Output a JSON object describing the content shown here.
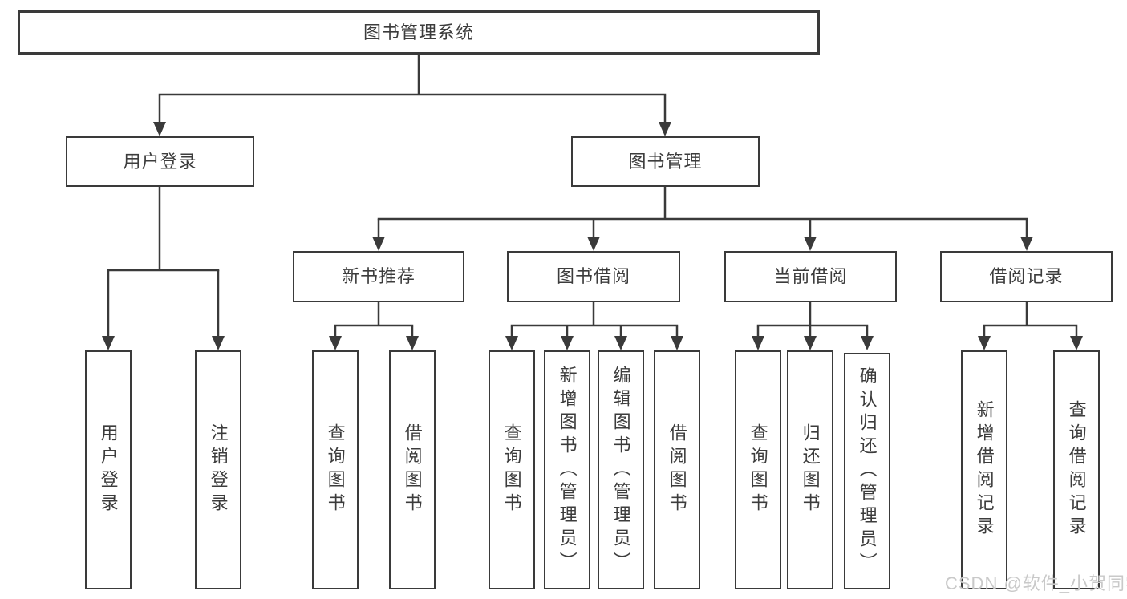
{
  "diagram": {
    "tree": {
      "label": "图书管理系统",
      "children": [
        {
          "label": "用户登录",
          "children": [
            {
              "label": "用户登录"
            },
            {
              "label": "注销登录"
            }
          ]
        },
        {
          "label": "图书管理",
          "children": [
            {
              "label": "新书推荐",
              "children": [
                {
                  "label": "查询图书"
                },
                {
                  "label": "借阅图书"
                }
              ]
            },
            {
              "label": "图书借阅",
              "children": [
                {
                  "label": "查询图书"
                },
                {
                  "label": "新增图书（管理员）"
                },
                {
                  "label": "编辑图书（管理员）"
                },
                {
                  "label": "借阅图书"
                }
              ]
            },
            {
              "label": "当前借阅",
              "children": [
                {
                  "label": "查询图书"
                },
                {
                  "label": "归还图书"
                },
                {
                  "label": "确认归还（管理员）"
                }
              ]
            },
            {
              "label": "借阅记录",
              "children": [
                {
                  "label": "新增借阅记录"
                },
                {
                  "label": "查询借阅记录"
                }
              ]
            }
          ]
        }
      ]
    },
    "colors": {
      "line": "#3a3a3a",
      "text": "#3c3c3c",
      "watermark": "#c9c9c9",
      "background": "#ffffff"
    }
  },
  "watermark": {
    "text": "CSDN @软件_小贺同学"
  }
}
